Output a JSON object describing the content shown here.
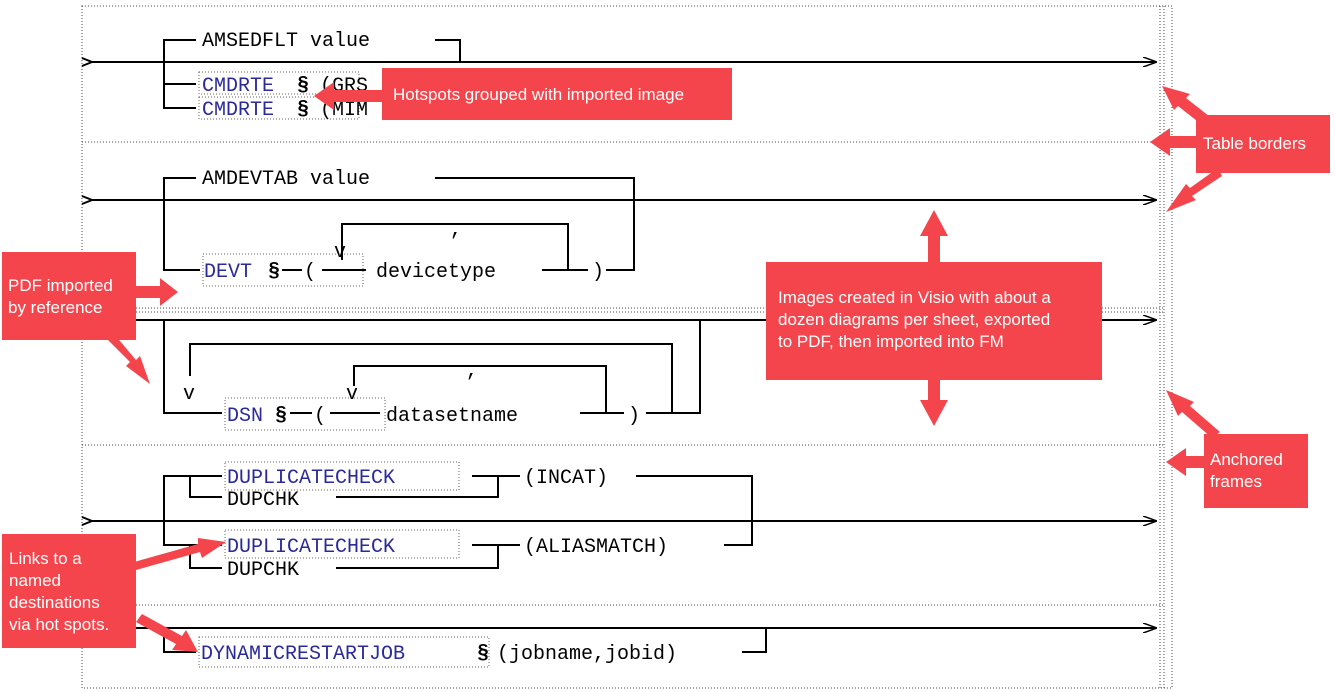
{
  "rows": [
    {
      "keyword": "AMSEDFLT value",
      "links": [
        "CMDRTE",
        "CMDRTE"
      ],
      "section_marks": [
        "§",
        "§"
      ],
      "link_tails": [
        "(GRS",
        "(MIM"
      ]
    },
    {
      "keyword": "AMDEVTAB value",
      "link": "DEVT",
      "section_mark": "§",
      "open_paren": "(",
      "repeat_mark": "v",
      "separator": ",",
      "param": "devicetype",
      "close_paren": ")"
    },
    {
      "outer_repeat_mark": "v",
      "link": "DSN",
      "section_mark": "§",
      "open_paren": "(",
      "repeat_mark": "v",
      "separator": ",",
      "param": "datasetname",
      "close_paren": ")"
    },
    {
      "link_a": "DUPLICATECHECK",
      "alias_a": "DUPCHK",
      "value_a": "(INCAT)",
      "link_b": "DUPLICATECHECK",
      "alias_b": "DUPCHK",
      "value_b": "(ALIASMATCH)"
    },
    {
      "link": "DYNAMICRESTARTJOB",
      "section_mark": "§",
      "params": "(jobname,jobid)"
    }
  ],
  "callouts": {
    "hotspots": "Hotspots grouped with imported image",
    "table_borders": "Table borders",
    "pdf_imported": [
      "PDF imported",
      "by reference"
    ],
    "images_created": [
      "Images created in Visio with about a",
      "dozen diagrams per sheet, exported",
      "to PDF, then imported into FM"
    ],
    "anchored_frames": [
      "Anchored",
      "frames"
    ],
    "links_named": [
      "Links to a",
      "named",
      "destinations",
      "via hot spots."
    ]
  },
  "colors": {
    "callout": "#f5454c",
    "link_text": "#2a2a9a"
  }
}
